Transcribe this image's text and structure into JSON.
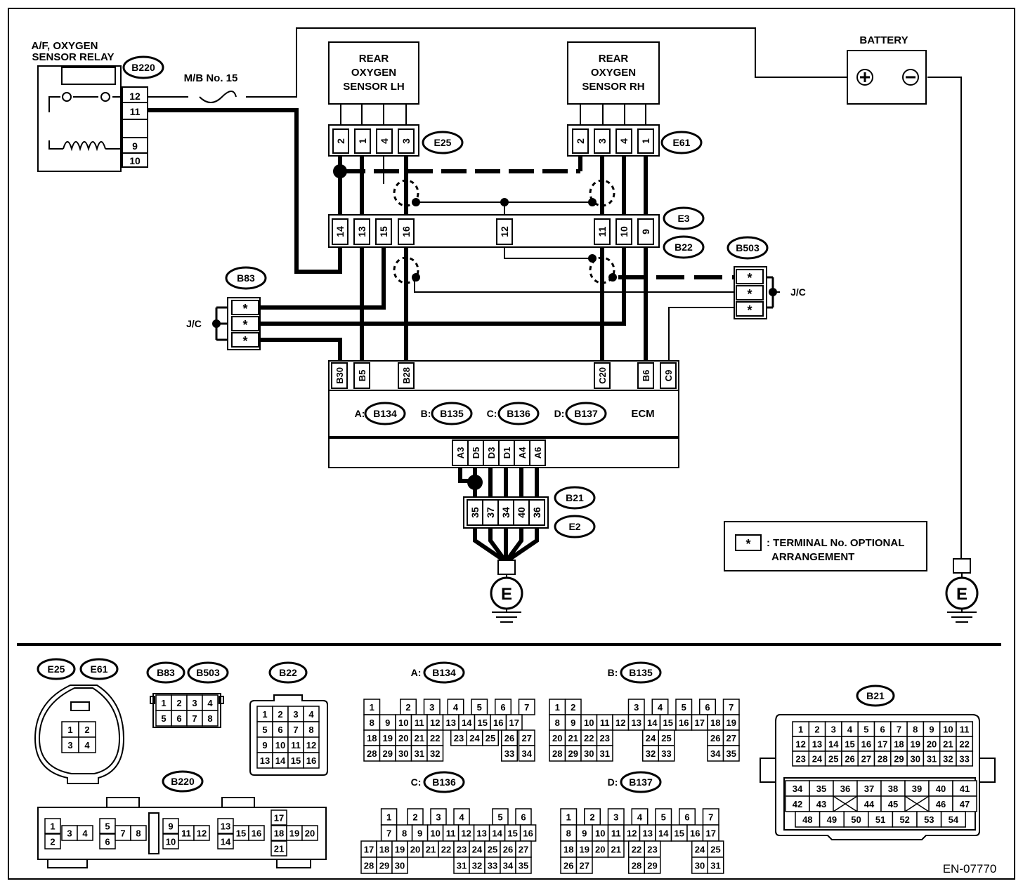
{
  "components": {
    "relay_label_1": "A/F, OXYGEN",
    "relay_label_2": "SENSOR RELAY",
    "fuse_label": "M/B No. 15",
    "battery_label": "BATTERY",
    "battery_plus": "+",
    "battery_minus": "−",
    "lh_sensor": [
      "REAR",
      "OXYGEN",
      "SENSOR LH"
    ],
    "rh_sensor": [
      "REAR",
      "OXYGEN",
      "SENSOR RH"
    ],
    "ecm_label": "ECM",
    "jc_label": "J/C",
    "ground_label": "E",
    "legend_star": "*",
    "legend_line1": ": TERMINAL No. OPTIONAL",
    "legend_line2": "ARRANGEMENT",
    "figure_code": "EN-07770"
  },
  "connectors": {
    "B220": "B220",
    "E25": "E25",
    "E61": "E61",
    "E3": "E3",
    "B22": "B22",
    "B503": "B503",
    "B83": "B83",
    "B21": "B21",
    "E2": "E2",
    "B134": "B134",
    "B135": "B135",
    "B136": "B136",
    "B137": "B137"
  },
  "prefixes": {
    "A": "A:",
    "B": "B:",
    "C": "C:",
    "D": "D:"
  },
  "pins": {
    "relay": [
      "12",
      "11",
      "9",
      "10"
    ],
    "e25": [
      "2",
      "1",
      "4",
      "3"
    ],
    "e61": [
      "2",
      "3",
      "4",
      "1"
    ],
    "e3_left": [
      "14",
      "13",
      "15",
      "16"
    ],
    "e3_mid": "12",
    "e3_right": [
      "11",
      "10",
      "9"
    ],
    "ecm_top_left": [
      "B30",
      "B5"
    ],
    "ecm_top_b28": "B28",
    "ecm_top_c20": "C20",
    "ecm_top_right": [
      "B6",
      "C9"
    ],
    "ecm_bottom": [
      "A3",
      "D5",
      "D3",
      "D1",
      "A4",
      "A6"
    ],
    "b21": [
      "35",
      "37",
      "34",
      "40",
      "36"
    ],
    "jc_star": "*"
  },
  "faces": {
    "e25": [
      [
        "1",
        "2"
      ],
      [
        "3",
        "4"
      ]
    ],
    "b83": [
      [
        "1",
        "2",
        "3",
        "4"
      ],
      [
        "5",
        "6",
        "7",
        "8"
      ]
    ],
    "b22": [
      [
        "1",
        "2",
        "3",
        "4"
      ],
      [
        "5",
        "6",
        "7",
        "8"
      ],
      [
        "9",
        "10",
        "11",
        "12"
      ],
      [
        "13",
        "14",
        "15",
        "16"
      ]
    ],
    "b134": [
      [
        "1",
        "2",
        "3",
        "4",
        "5",
        "6",
        "7"
      ],
      [
        "8",
        "9",
        "10",
        "11",
        "12",
        "13",
        "14",
        "15",
        "16",
        "17"
      ],
      [
        "18",
        "19",
        "20",
        "21",
        "22",
        "23",
        "24",
        "25",
        "26",
        "27"
      ],
      [
        "28",
        "29",
        "30",
        "31",
        "32",
        "33",
        "34"
      ]
    ],
    "b135": [
      [
        "1",
        "2",
        "3",
        "4",
        "5",
        "6",
        "7"
      ],
      [
        "8",
        "9",
        "10",
        "11",
        "12",
        "13",
        "14",
        "15",
        "16",
        "17",
        "18",
        "19"
      ],
      [
        "20",
        "21",
        "22",
        "23",
        "24",
        "25",
        "26",
        "27"
      ],
      [
        "28",
        "29",
        "30",
        "31",
        "32",
        "33",
        "34",
        "35"
      ]
    ],
    "b136": [
      [
        "1",
        "2",
        "3",
        "4",
        "5",
        "6"
      ],
      [
        "7",
        "8",
        "9",
        "10",
        "11",
        "12",
        "13",
        "14",
        "15",
        "16"
      ],
      [
        "17",
        "18",
        "19",
        "20",
        "21",
        "22",
        "23",
        "24",
        "25",
        "26",
        "27"
      ],
      [
        "28",
        "29",
        "30",
        "31",
        "32",
        "33",
        "34",
        "35"
      ]
    ],
    "b137": [
      [
        "1",
        "2",
        "3",
        "4",
        "5",
        "6",
        "7"
      ],
      [
        "8",
        "9",
        "10",
        "11",
        "12",
        "13",
        "14",
        "15",
        "16",
        "17"
      ],
      [
        "18",
        "19",
        "20",
        "21",
        "22",
        "23",
        "24",
        "25"
      ],
      [
        "26",
        "27",
        "28",
        "29",
        "30",
        "31"
      ]
    ],
    "b21": [
      [
        "1",
        "2",
        "3",
        "4",
        "5",
        "6",
        "7",
        "8",
        "9",
        "10",
        "11"
      ],
      [
        "12",
        "13",
        "14",
        "15",
        "16",
        "17",
        "18",
        "19",
        "20",
        "21",
        "22"
      ],
      [
        "23",
        "24",
        "25",
        "26",
        "27",
        "28",
        "29",
        "30",
        "31",
        "32",
        "33"
      ],
      [
        "34",
        "35",
        "36",
        "37",
        "38",
        "39",
        "40",
        "41"
      ],
      [
        "42",
        "43",
        "44",
        "45",
        "46",
        "47"
      ],
      [
        "48",
        "49",
        "50",
        "51",
        "52",
        "53",
        "54"
      ]
    ],
    "b220": [
      [
        "1",
        "2",
        "3",
        "4"
      ],
      [
        "5",
        "6",
        "7",
        "8"
      ],
      [
        "9",
        "10",
        "11",
        "12"
      ],
      [
        "13",
        "14",
        "15",
        "16"
      ],
      [
        "17",
        "18",
        "19",
        "20",
        "21"
      ]
    ]
  }
}
